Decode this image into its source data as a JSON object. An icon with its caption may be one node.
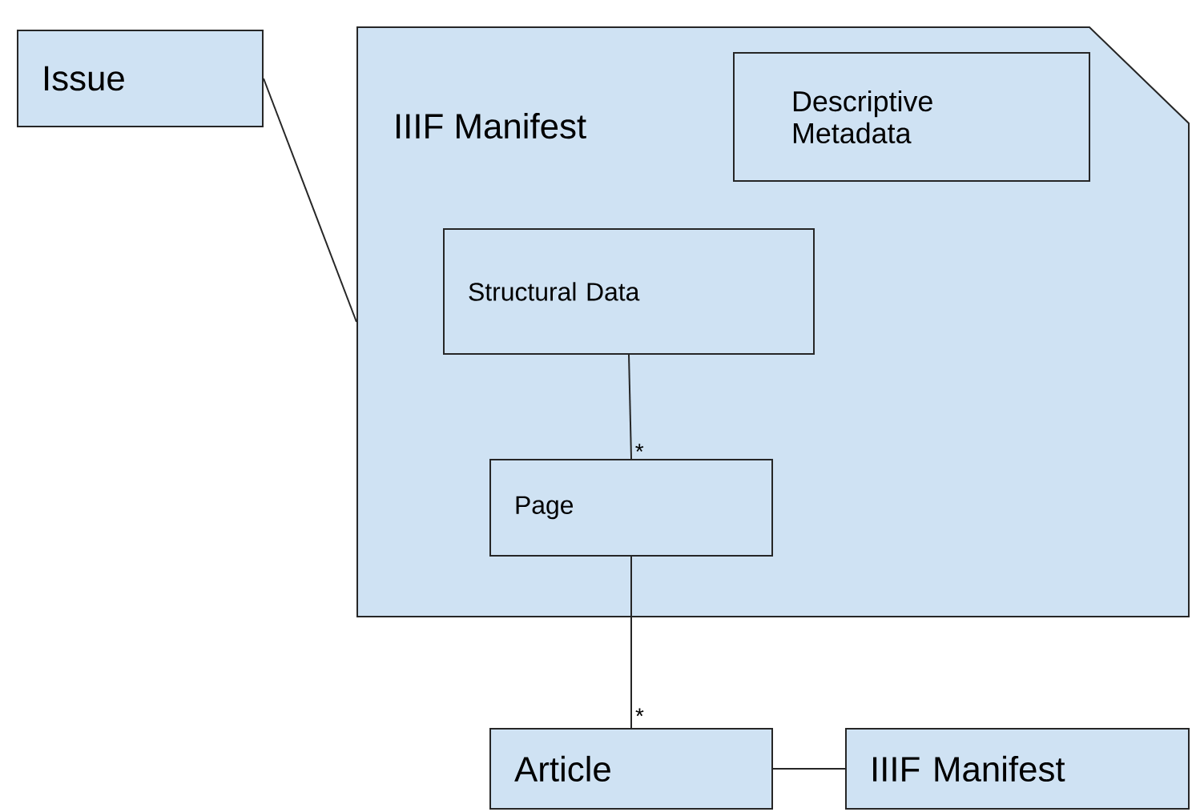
{
  "diagram": {
    "nodes": [
      {
        "text": [
          "Issue"
        ]
      },
      {
        "text": [
          "IIIF Manifest"
        ]
      },
      {
        "text": [
          "Descriptive Metadata"
        ],
        "in": 1
      },
      {
        "text": [
          "Structural Data"
        ],
        "in": 1
      },
      {
        "text": [
          "Page"
        ],
        "in": 1
      },
      {
        "text": [
          "Article"
        ]
      },
      {
        "text": [
          "IIIF Manifest"
        ]
      }
    ],
    "edges": [
      {
        "from": 0,
        "to": 1,
        "arrow": "none"
      },
      {
        "from": 3,
        "to": 4,
        "arrow": "none",
        "label": "*"
      },
      {
        "from": 4,
        "to": 5,
        "arrow": "none",
        "label": "*"
      },
      {
        "from": 5,
        "to": 6,
        "arrow": "none"
      }
    ]
  }
}
